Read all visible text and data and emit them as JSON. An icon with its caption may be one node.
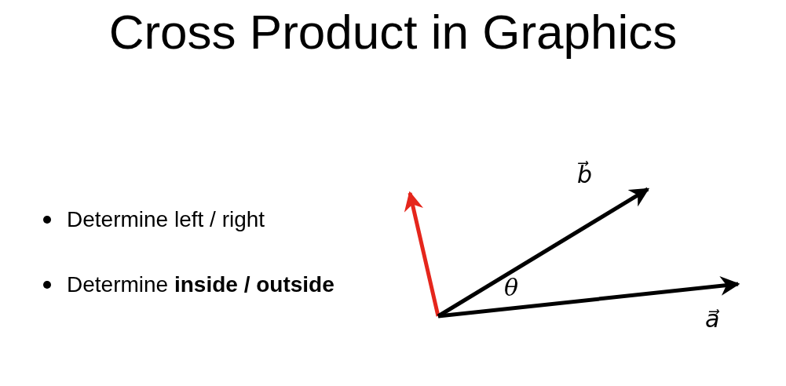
{
  "diagram": {
    "title": "Cross Product in Graphics",
    "labels": [
      "Determine left / right",
      "Determine **inside / outside**",
      "b⃗",
      "θ",
      "a⃗"
    ]
  }
}
